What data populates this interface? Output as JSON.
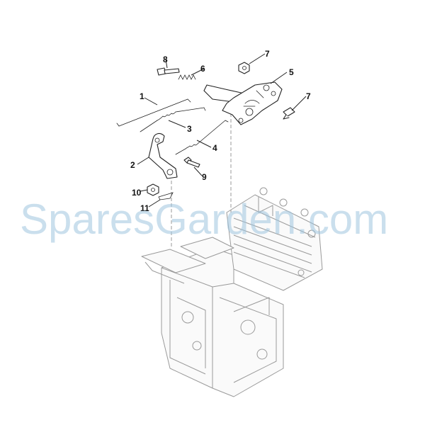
{
  "watermark": "SparesGarden.com",
  "callouts": [
    "1",
    "2",
    "3",
    "4",
    "5",
    "6",
    "7",
    "7",
    "8",
    "9",
    "10",
    "11"
  ],
  "colors": {
    "line": "#222222",
    "engine_outline": "#9a9a9a",
    "watermark": "#9ec4de",
    "background": "#ffffff"
  }
}
